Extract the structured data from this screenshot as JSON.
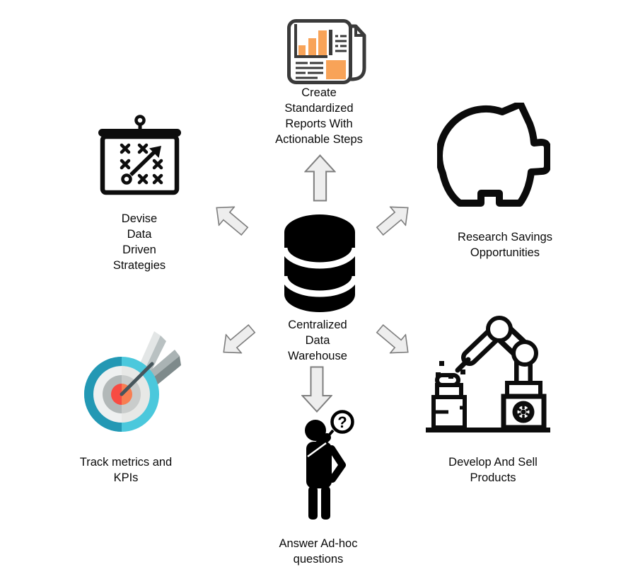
{
  "nodes": {
    "top": {
      "icon": "report-icon",
      "label": "Create\nStandardized\nReports With\nActionable Steps"
    },
    "top_left": {
      "icon": "strategy-board-icon",
      "label": "Devise\nData\nDriven\nStrategies"
    },
    "top_right": {
      "icon": "piggy-bank-icon",
      "label": "Research Savings\nOpportunities"
    },
    "center": {
      "icon": "database-icon",
      "label": "Centralized\nData\nWarehouse"
    },
    "bottom_left": {
      "icon": "target-arrow-icon",
      "label": "Track metrics and\nKPIs"
    },
    "bottom_right": {
      "icon": "robot-arm-icon",
      "label": "Develop And Sell\nProducts"
    },
    "bottom": {
      "icon": "thinking-person-icon",
      "label": "Answer Ad-hoc\nquestions",
      "bubble_glyph": "?"
    }
  },
  "arrows": [
    {
      "direction": "up",
      "from": "center",
      "to": "top"
    },
    {
      "direction": "up-left",
      "from": "center",
      "to": "top_left"
    },
    {
      "direction": "up-right",
      "from": "center",
      "to": "top_right"
    },
    {
      "direction": "down-left",
      "from": "center",
      "to": "bottom_left"
    },
    {
      "direction": "down-right",
      "from": "center",
      "to": "bottom_right"
    },
    {
      "direction": "down",
      "from": "center",
      "to": "bottom"
    }
  ],
  "colors": {
    "background": "#ffffff",
    "text": "#0a0a0a",
    "arrow_fill": "#eeeeee",
    "arrow_stroke": "#7f7f7f",
    "icon_black": "#0c0c0c",
    "report_outline": "#3a3a3a",
    "report_accent_orange": "#f8a358",
    "target_teal_dark": "#2398b4",
    "target_teal_light": "#4bc8dc",
    "target_gray_light": "#eef0f0",
    "target_gray_mid": "#c9cccb",
    "target_red": "#f84b42",
    "target_orange": "#f87e52",
    "dart_shaft": "#47565c"
  }
}
